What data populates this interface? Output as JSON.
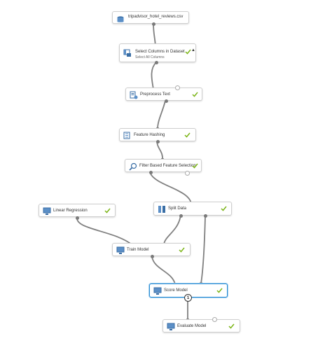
{
  "canvas": {
    "accent": "#2a8dd4",
    "check_color": "#7cb518"
  },
  "nodes": [
    {
      "id": "dataset",
      "label": "tripadvisor_hotel_reviews.csv",
      "icon": "dataset-icon",
      "status": ""
    },
    {
      "id": "select-columns",
      "label": "Select Columns in Dataset",
      "sublabel": "Select All Columns",
      "icon": "select-columns-icon",
      "status": "done"
    },
    {
      "id": "preprocess-text",
      "label": "Preprocess Text",
      "icon": "text-process-icon",
      "status": "done"
    },
    {
      "id": "feature-hashing",
      "label": "Feature Hashing",
      "icon": "feature-hashing-icon",
      "status": "done"
    },
    {
      "id": "filter-feature-selection",
      "label": "Filter Based Feature Selection",
      "icon": "filter-search-icon",
      "status": "done"
    },
    {
      "id": "linear-regression",
      "label": "Linear Regression",
      "icon": "model-monitor-icon",
      "status": "done"
    },
    {
      "id": "split-data",
      "label": "Split Data",
      "icon": "split-data-icon",
      "status": "done"
    },
    {
      "id": "train-model",
      "label": "Train Model",
      "icon": "model-monitor-icon",
      "status": "done"
    },
    {
      "id": "score-model",
      "label": "Score Model",
      "icon": "model-monitor-icon",
      "status": "done",
      "selected": true
    },
    {
      "id": "evaluate-model",
      "label": "Evaluate Model",
      "icon": "model-monitor-icon",
      "status": "done"
    }
  ],
  "score_output_badge": "1"
}
